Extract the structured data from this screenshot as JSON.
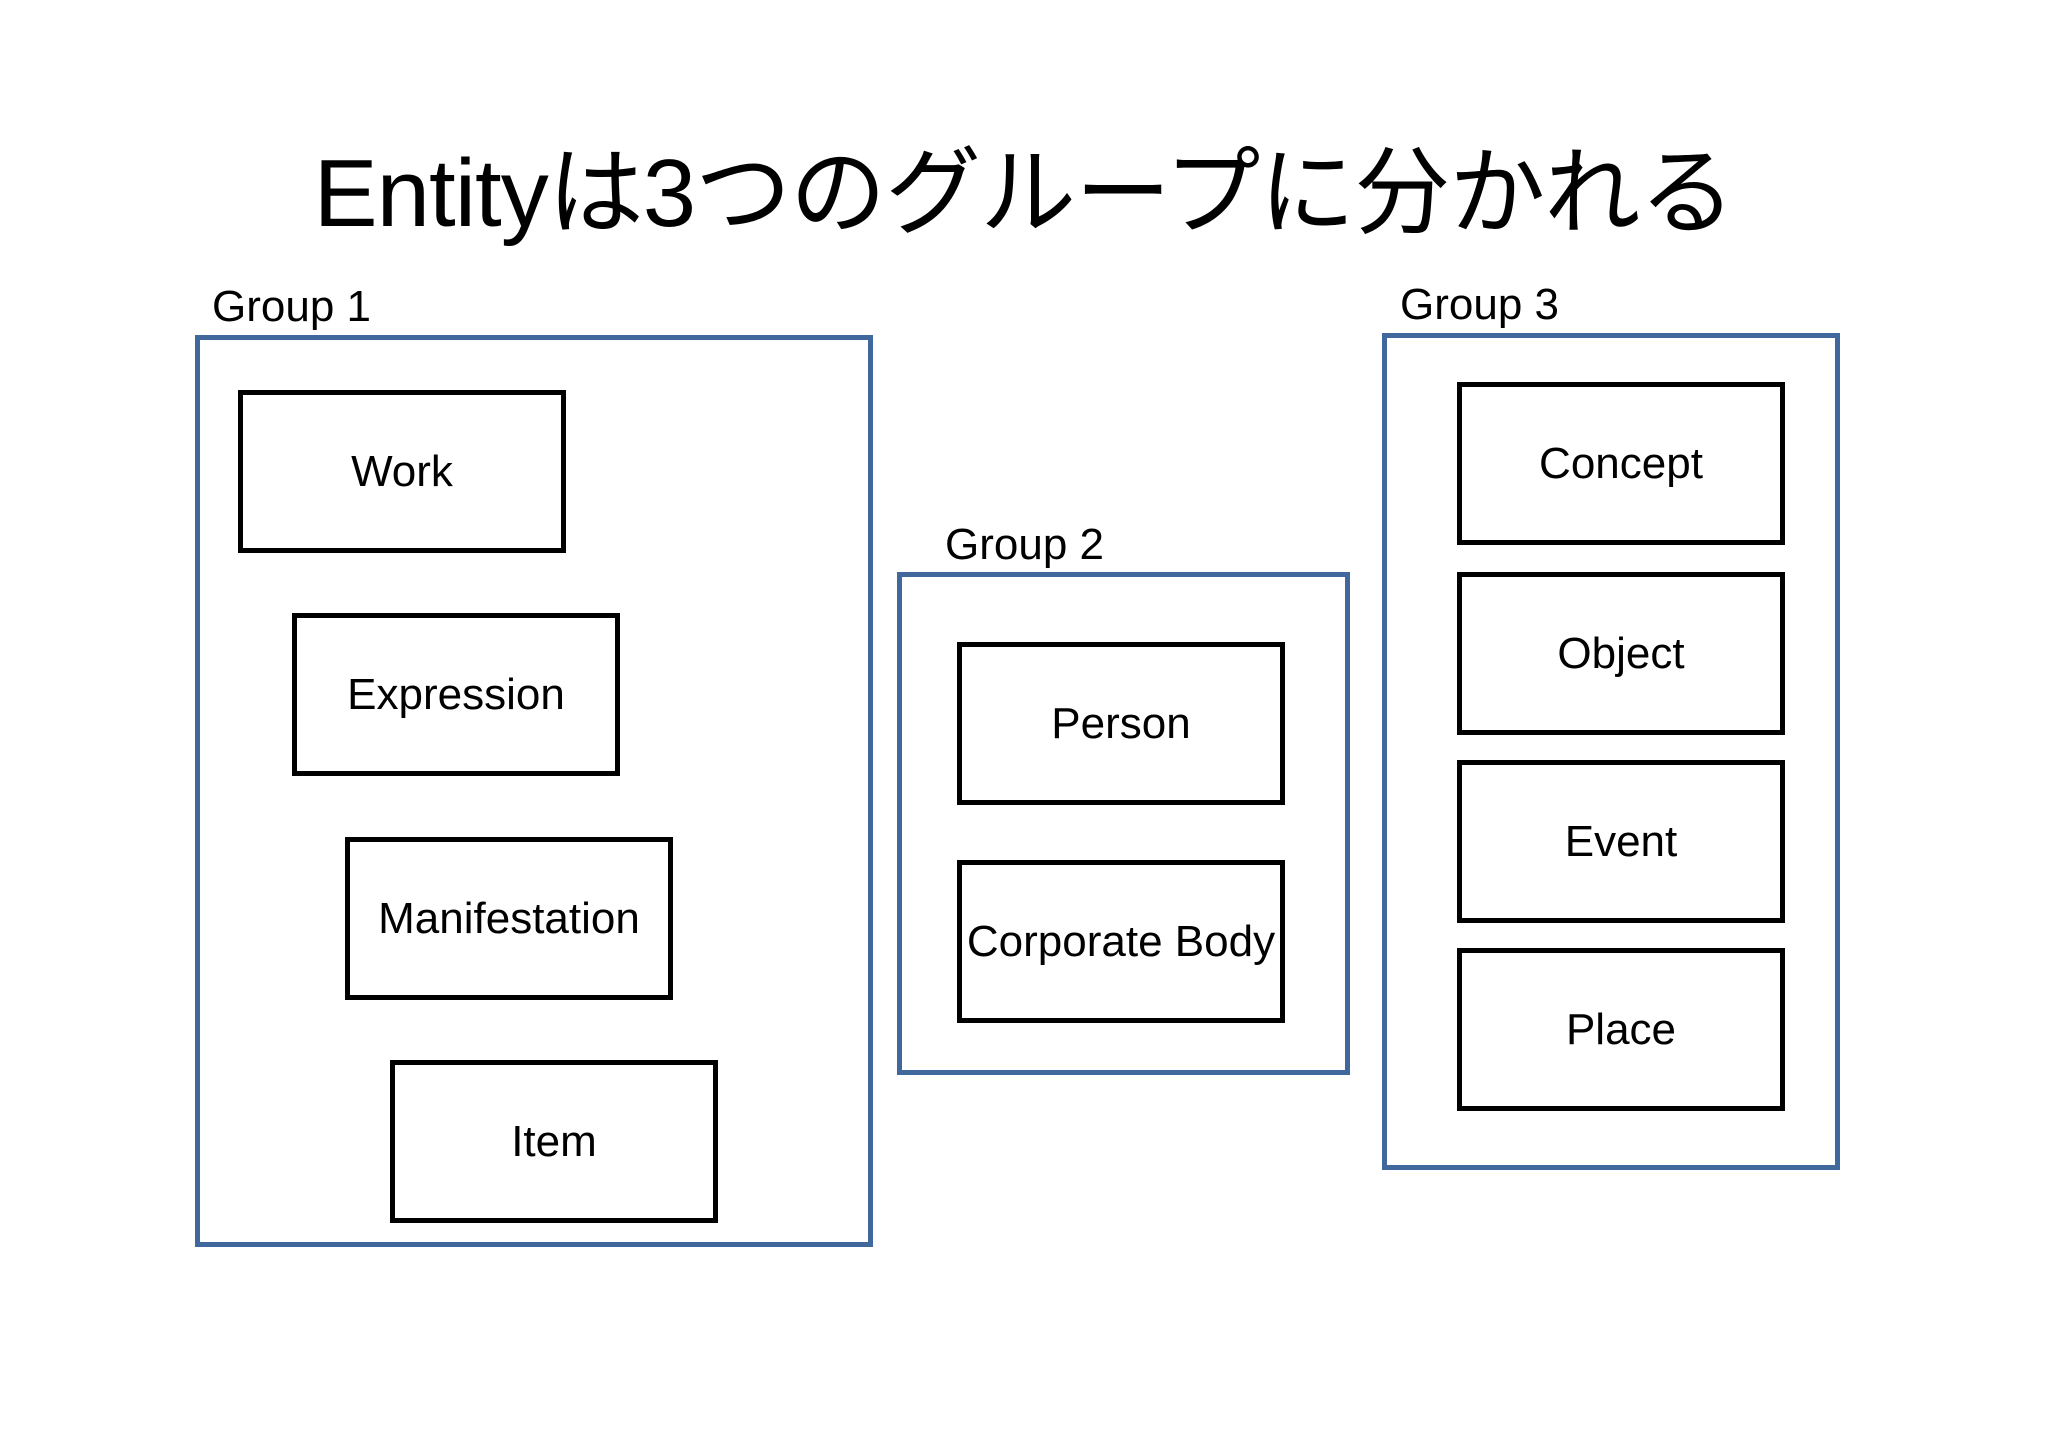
{
  "slide": {
    "title": "Entityは3つのグループに分かれる",
    "background_color": "#ffffff"
  },
  "colors": {
    "group_frame_border": "#41689c",
    "entity_box_border": "#000000",
    "text": "#000000",
    "box_fill": "#ffffff"
  },
  "groups": [
    {
      "caption": "Group 1",
      "entities": [
        {
          "label": "Work"
        },
        {
          "label": "Expression"
        },
        {
          "label": "Manifestation"
        },
        {
          "label": "Item"
        }
      ]
    },
    {
      "caption": "Group 2",
      "entities": [
        {
          "label": "Person"
        },
        {
          "label": "Corporate Body"
        }
      ]
    },
    {
      "caption": "Group 3",
      "entities": [
        {
          "label": "Concept"
        },
        {
          "label": "Object"
        },
        {
          "label": "Event"
        },
        {
          "label": "Place"
        }
      ]
    }
  ]
}
